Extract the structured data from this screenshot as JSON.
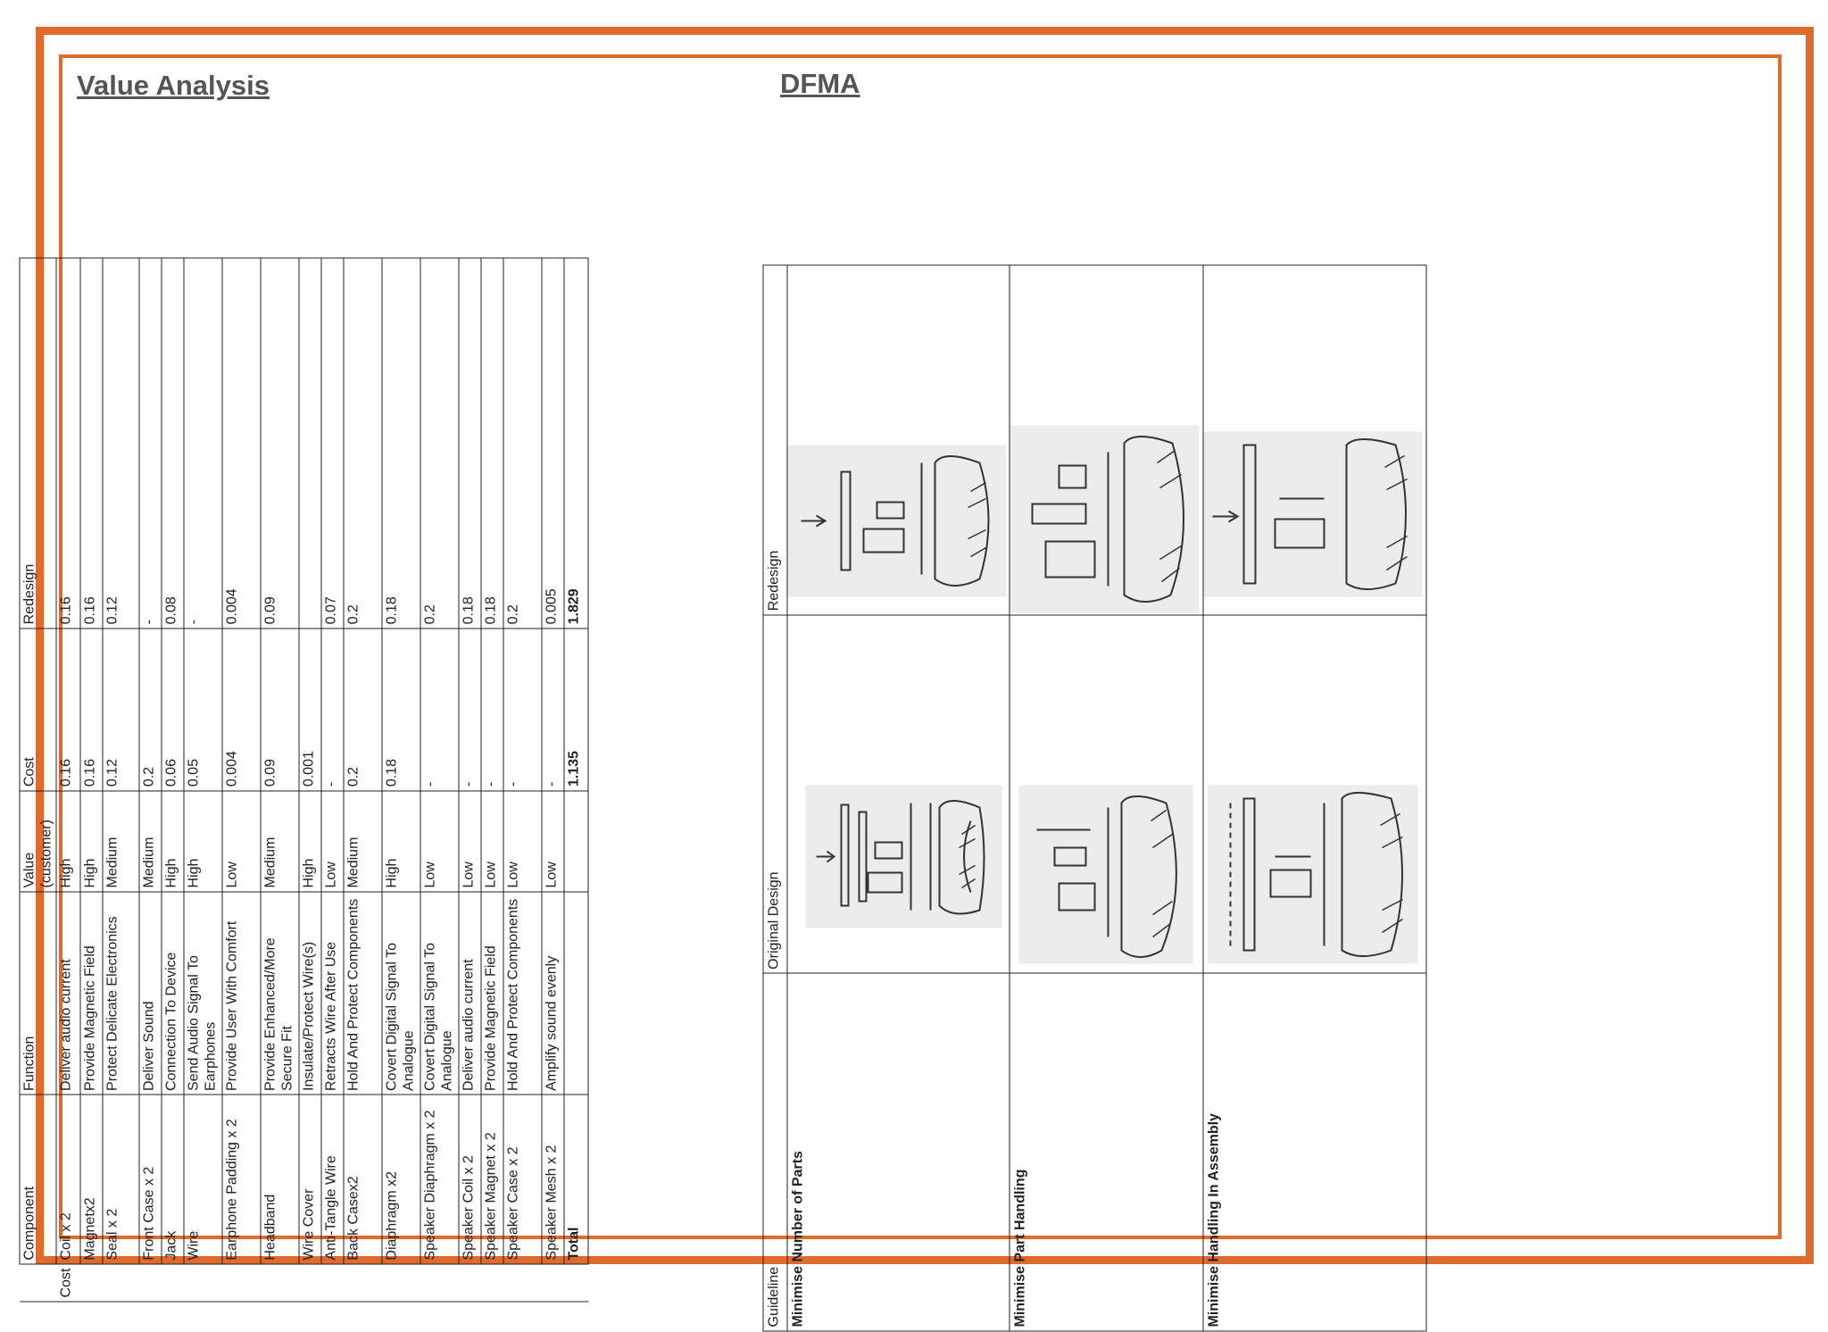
{
  "titles": {
    "value_analysis": "Value Analysis",
    "dfma": "DFMA"
  },
  "value_analysis": {
    "cost_group_label": "Cost",
    "headers": {
      "component": "Component",
      "function": "Function",
      "value": "Value (customer)",
      "cost": "Cost",
      "redesign": "Redesign"
    },
    "rows": [
      {
        "component": "Coil x 2",
        "function": "Deliver audio current",
        "value": "High",
        "cost": "0.16",
        "redesign": "0.16"
      },
      {
        "component": "Magnetx2",
        "function": "Provide Magnetic Field",
        "value": "High",
        "cost": "0.16",
        "redesign": "0.16"
      },
      {
        "component": "Seal x 2",
        "function": "Protect Delicate Electronics",
        "value": "Medium",
        "cost": "0.12",
        "redesign": "0.12"
      },
      {
        "component": "Front Case x 2",
        "function": "Deliver Sound",
        "value": "Medium",
        "cost": "0.2",
        "redesign": "-"
      },
      {
        "component": "Jack",
        "function": "Connection To Device",
        "value": "High",
        "cost": "0.06",
        "redesign": "0.08"
      },
      {
        "component": "Wire",
        "function": "Send Audio Signal To Earphones",
        "value": "High",
        "cost": "0.05",
        "redesign": "-"
      },
      {
        "component": "Earphone Padding x 2",
        "function": "Provide User With Comfort",
        "value": "Low",
        "cost": "0.004",
        "redesign": "0.004"
      },
      {
        "component": "Headband",
        "function": "Provide Enhanced/More Secure Fit",
        "value": "Medium",
        "cost": "0.09",
        "redesign": "0.09"
      },
      {
        "component": "Wire Cover",
        "function": "Insulate/Protect Wire(s)",
        "value": "High",
        "cost": "0.001",
        "redesign": ""
      },
      {
        "component": "Anti-Tangle Wire",
        "function": "Retracts Wire After Use",
        "value": "Low",
        "cost": "-",
        "redesign": "0.07"
      },
      {
        "component": "Back Casex2",
        "function": "Hold And Protect Components",
        "value": "Medium",
        "cost": "0.2",
        "redesign": "0.2"
      },
      {
        "component": "Diaphragm x2",
        "function": "Covert Digital Signal To Analogue",
        "value": "High",
        "cost": "0.18",
        "redesign": "0.18"
      },
      {
        "component": "Speaker Diaphragm x 2",
        "function": "Covert Digital Signal To Analogue",
        "value": "Low",
        "cost": "-",
        "redesign": "0.2"
      },
      {
        "component": "Speaker Coil x 2",
        "function": "Deliver audio current",
        "value": "Low",
        "cost": "-",
        "redesign": "0.18"
      },
      {
        "component": "Speaker Magnet x 2",
        "function": "Provide Magnetic Field",
        "value": "Low",
        "cost": "-",
        "redesign": "0.18"
      },
      {
        "component": "Speaker Case x 2",
        "function": "Hold And Protect Components",
        "value": "Low",
        "cost": "-",
        "redesign": "0.2"
      },
      {
        "component": "Speaker Mesh x 2",
        "function": "Amplify sound evenly",
        "value": "Low",
        "cost": "-",
        "redesign": "0.005"
      },
      {
        "component": "Total",
        "function": "",
        "value": "",
        "cost": "1.135",
        "redesign": "1.829"
      }
    ]
  },
  "dfma": {
    "headers": {
      "guideline": "Guideline",
      "original": "Original Design",
      "redesign": "Redesign"
    },
    "rows": [
      {
        "guideline": "Minimise Number of Parts"
      },
      {
        "guideline": "Minimise Part Handling"
      },
      {
        "guideline": "Minimise Handling In Assembly"
      }
    ]
  },
  "colors": {
    "frame": "#e06a2c",
    "heading": "#555555",
    "sketch_bg": "#ececec"
  }
}
